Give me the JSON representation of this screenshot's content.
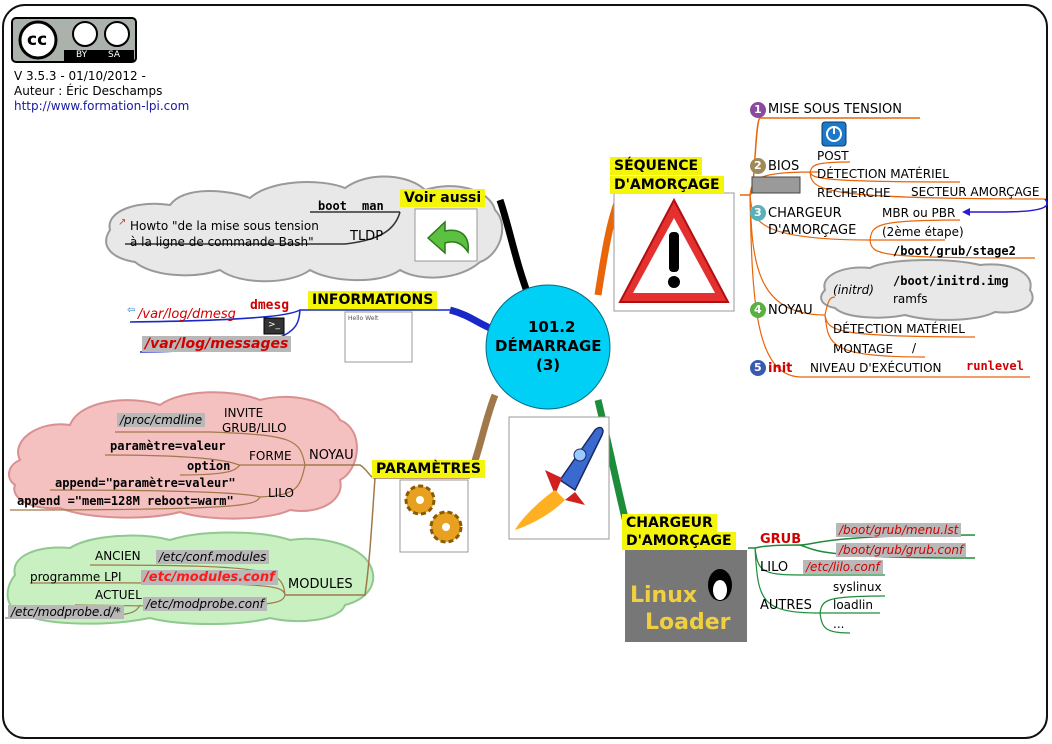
{
  "header": {
    "license_cc": "cc",
    "license_by": "BY",
    "license_sa": "SA",
    "version": "V 3.5.3 - 01/10/2012 -",
    "author": "Auteur : Éric Deschamps",
    "url": "http://www.formation-lpi.com"
  },
  "center": {
    "line1": "101.2",
    "line2": "DÉMARRAGE",
    "line3": "(3)"
  },
  "voir_aussi": {
    "title": "Voir aussi",
    "boot": "boot",
    "man": "man",
    "tldp": "TLDP",
    "howto_line1": "Howto \"de la mise sous tension",
    "howto_line2": "à la ligne de commande Bash\""
  },
  "informations": {
    "title": "INFORMATIONS",
    "dmesg": "dmesg",
    "var_dmesg": "/var/log/dmesg",
    "var_messages": "/var/log/messages"
  },
  "parametres": {
    "title": "PARAMÈTRES",
    "noyau": "NOYAU",
    "invite_line1": "INVITE",
    "invite_line2": "GRUB/LILO",
    "proc_cmdline": "/proc/cmdline",
    "forme": "FORME",
    "param_valeur": "paramètre=valeur",
    "option": "option",
    "lilo": "LILO",
    "append1": "append=\"paramètre=valeur\"",
    "append2": "append =\"mem=128M reboot=warm\"",
    "modules": "MODULES",
    "ancien": "ANCIEN",
    "conf_modules": "/etc/conf.modules",
    "programme_lpi": "programme LPI",
    "modules_conf": "/etc/modules.conf",
    "actuel": "ACTUEL",
    "modprobe_conf": "/etc/modprobe.conf",
    "modprobe_d": "/etc/modprobe.d/*"
  },
  "sequence": {
    "title_line1": "SÉQUENCE",
    "title_line2": "D'AMORÇAGE",
    "mise_sous_tension": "MISE SOUS TENSION",
    "bios": "BIOS",
    "post": "POST",
    "detection_materiel": "DÉTECTION MATÉRIEL",
    "recherche": "RECHERCHE",
    "secteur_amorcage": "SECTEUR AMORÇAGE",
    "chargeur_line1": "CHARGEUR",
    "chargeur_line2": "D'AMORÇAGE",
    "mbr_pbr": "MBR ou PBR",
    "deuxieme_etape": "(2ème étape)",
    "stage2": "/boot/grub/stage2",
    "noyau": "NOYAU",
    "initrd_label": "(initrd)",
    "initrd_img": "/boot/initrd.img",
    "ramfs": "ramfs",
    "detection_materiel2": "DÉTECTION MATÉRIEL",
    "montage": "MONTAGE",
    "slash": "/",
    "init": "init",
    "niveau_execution": "NIVEAU D'EXÉCUTION",
    "runlevel": "runlevel",
    "num1": "1",
    "num2": "2",
    "num3": "3",
    "num4": "4",
    "num5": "5"
  },
  "chargeur": {
    "title_line1": "CHARGEUR",
    "title_line2": "D'AMORÇAGE",
    "grub": "GRUB",
    "menu_lst": "/boot/grub/menu.lst",
    "grub_conf": "/boot/grub/grub.conf",
    "lilo": "LILO",
    "lilo_conf": "/etc/lilo.conf",
    "autres": "AUTRES",
    "syslinux": "syslinux",
    "loadlin": "loadlin",
    "dots": "...",
    "logo_line1": "Linux",
    "logo_line2": "Loader"
  },
  "colors": {
    "center": "#00d0f5",
    "highlight": "#f5f50a",
    "branch_sequence": "#e8650a",
    "branch_chargeur": "#1e8c3a",
    "branch_parametres": "#a0784a",
    "branch_informations": "#1a28c8",
    "branch_voir": "#000000"
  }
}
